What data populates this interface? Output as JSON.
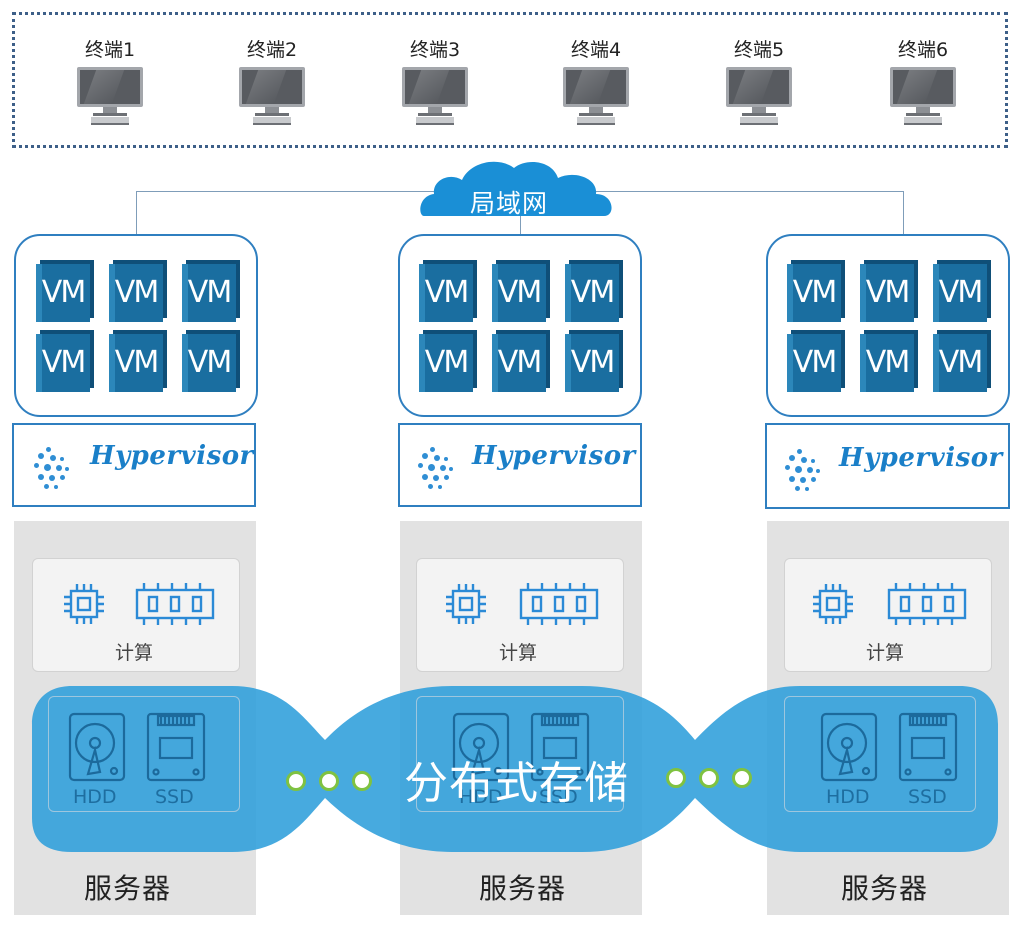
{
  "terminals": [
    {
      "label": "终端1"
    },
    {
      "label": "终端2"
    },
    {
      "label": "终端3"
    },
    {
      "label": "终端4"
    },
    {
      "label": "终端5"
    },
    {
      "label": "终端6"
    }
  ],
  "network": {
    "label": "局域网"
  },
  "vm": {
    "label": "VM"
  },
  "hypervisor": {
    "label": "Hypervisor"
  },
  "servers": [
    {
      "compute_label": "计算",
      "hdd_label": "HDD",
      "ssd_label": "SSD",
      "server_label": "服务器"
    },
    {
      "compute_label": "计算",
      "hdd_label": "HDD",
      "ssd_label": "SSD",
      "server_label": "服务器"
    },
    {
      "compute_label": "计算",
      "hdd_label": "HDD",
      "ssd_label": "SSD",
      "server_label": "服务器"
    }
  ],
  "storage": {
    "label": "分布式存储"
  },
  "colors": {
    "accent_blue": "#1a7fc8",
    "vm_blue": "#1a6ea0",
    "storage_blue": "#3fa9e0",
    "dot_green": "#7fc241",
    "server_gray": "#e2e2e2"
  }
}
